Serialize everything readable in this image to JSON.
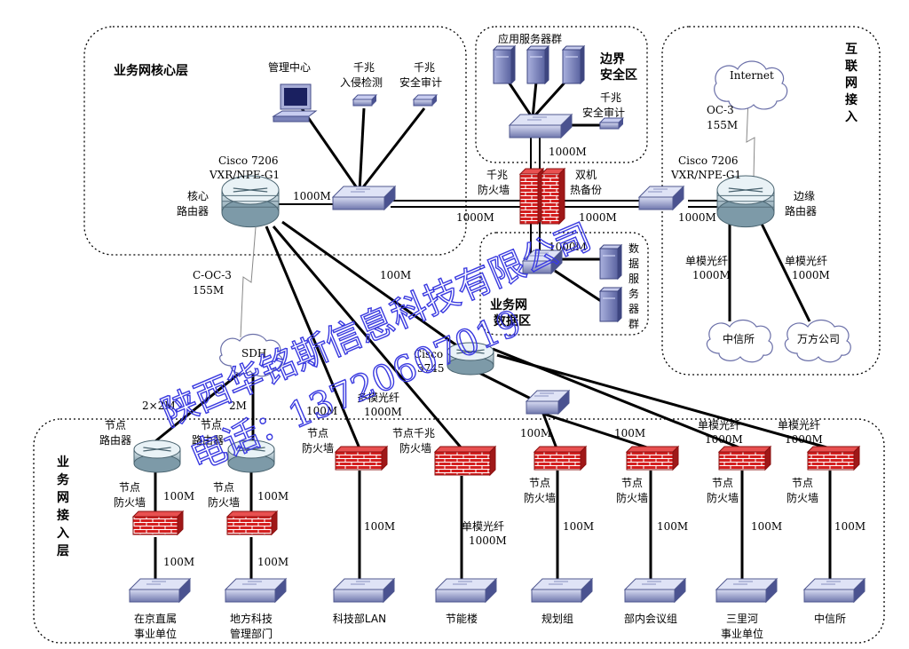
{
  "zones": {
    "core": "业务网核心层",
    "boundary": [
      "边界",
      "安全区"
    ],
    "internet": [
      "互",
      "联",
      "网",
      "接",
      "入"
    ],
    "data": [
      "业务网",
      "数据区"
    ],
    "access": [
      "业",
      "务",
      "网",
      "接",
      "入",
      "层"
    ]
  },
  "labels": {
    "mgmt_center": "管理中心",
    "ids": [
      "千兆",
      "入侵检测"
    ],
    "audit": [
      "千兆",
      "安全审计"
    ],
    "app_servers": "应用服务器群",
    "audit2": [
      "千兆",
      "安全审计"
    ],
    "core_router_model": [
      "Cisco 7206",
      "VXR/NPE-G1"
    ],
    "core_router": [
      "核心",
      "路由器"
    ],
    "edge_router_model": [
      "Cisco 7206",
      "VXR/NPE-G1"
    ],
    "edge_router": [
      "边缘",
      "路由器"
    ],
    "gig_firewall": [
      "千兆",
      "防火墙"
    ],
    "dual_backup": [
      "双机",
      "热备份"
    ],
    "internet_cloud": "Internet",
    "oc3": [
      "OC-3",
      "155M"
    ],
    "coc3": [
      "C-OC-3",
      "155M"
    ],
    "sdh": "SDH",
    "data_servers": [
      "数",
      "据",
      "服",
      "务",
      "器",
      "群"
    ],
    "cisco3745": [
      "Cisco",
      "3745"
    ],
    "zhongxin_cloud": "中信所",
    "wanfang_cloud": "万方公司",
    "sm_fiber_left": [
      "单模光纤",
      "1000M"
    ],
    "sm_fiber_right": [
      "单模光纤",
      "1000M"
    ],
    "node_router": [
      "节点",
      "路由器"
    ],
    "node_fw": [
      "节点",
      "防火墙"
    ],
    "node_gig_fw": [
      "节点千兆",
      "防火墙"
    ],
    "mm_fiber": [
      "多模光纤",
      "1000M"
    ],
    "sm_fiber_1000": [
      "单模光纤",
      "1000M"
    ],
    "two_by_2m": "2×2M",
    "two_m": "2M",
    "m1000": "1000M",
    "m100": "100M"
  },
  "branches": [
    "在京直属\n事业单位",
    "地方科技\n管理部门",
    "科技部LAN",
    "节能楼",
    "规划组",
    "部内会议组",
    "三里河\n事业单位",
    "中信所"
  ],
  "watermark": {
    "line1": "陕西华铭斯信息科技有限公司",
    "line2": "电话：13720607019"
  }
}
